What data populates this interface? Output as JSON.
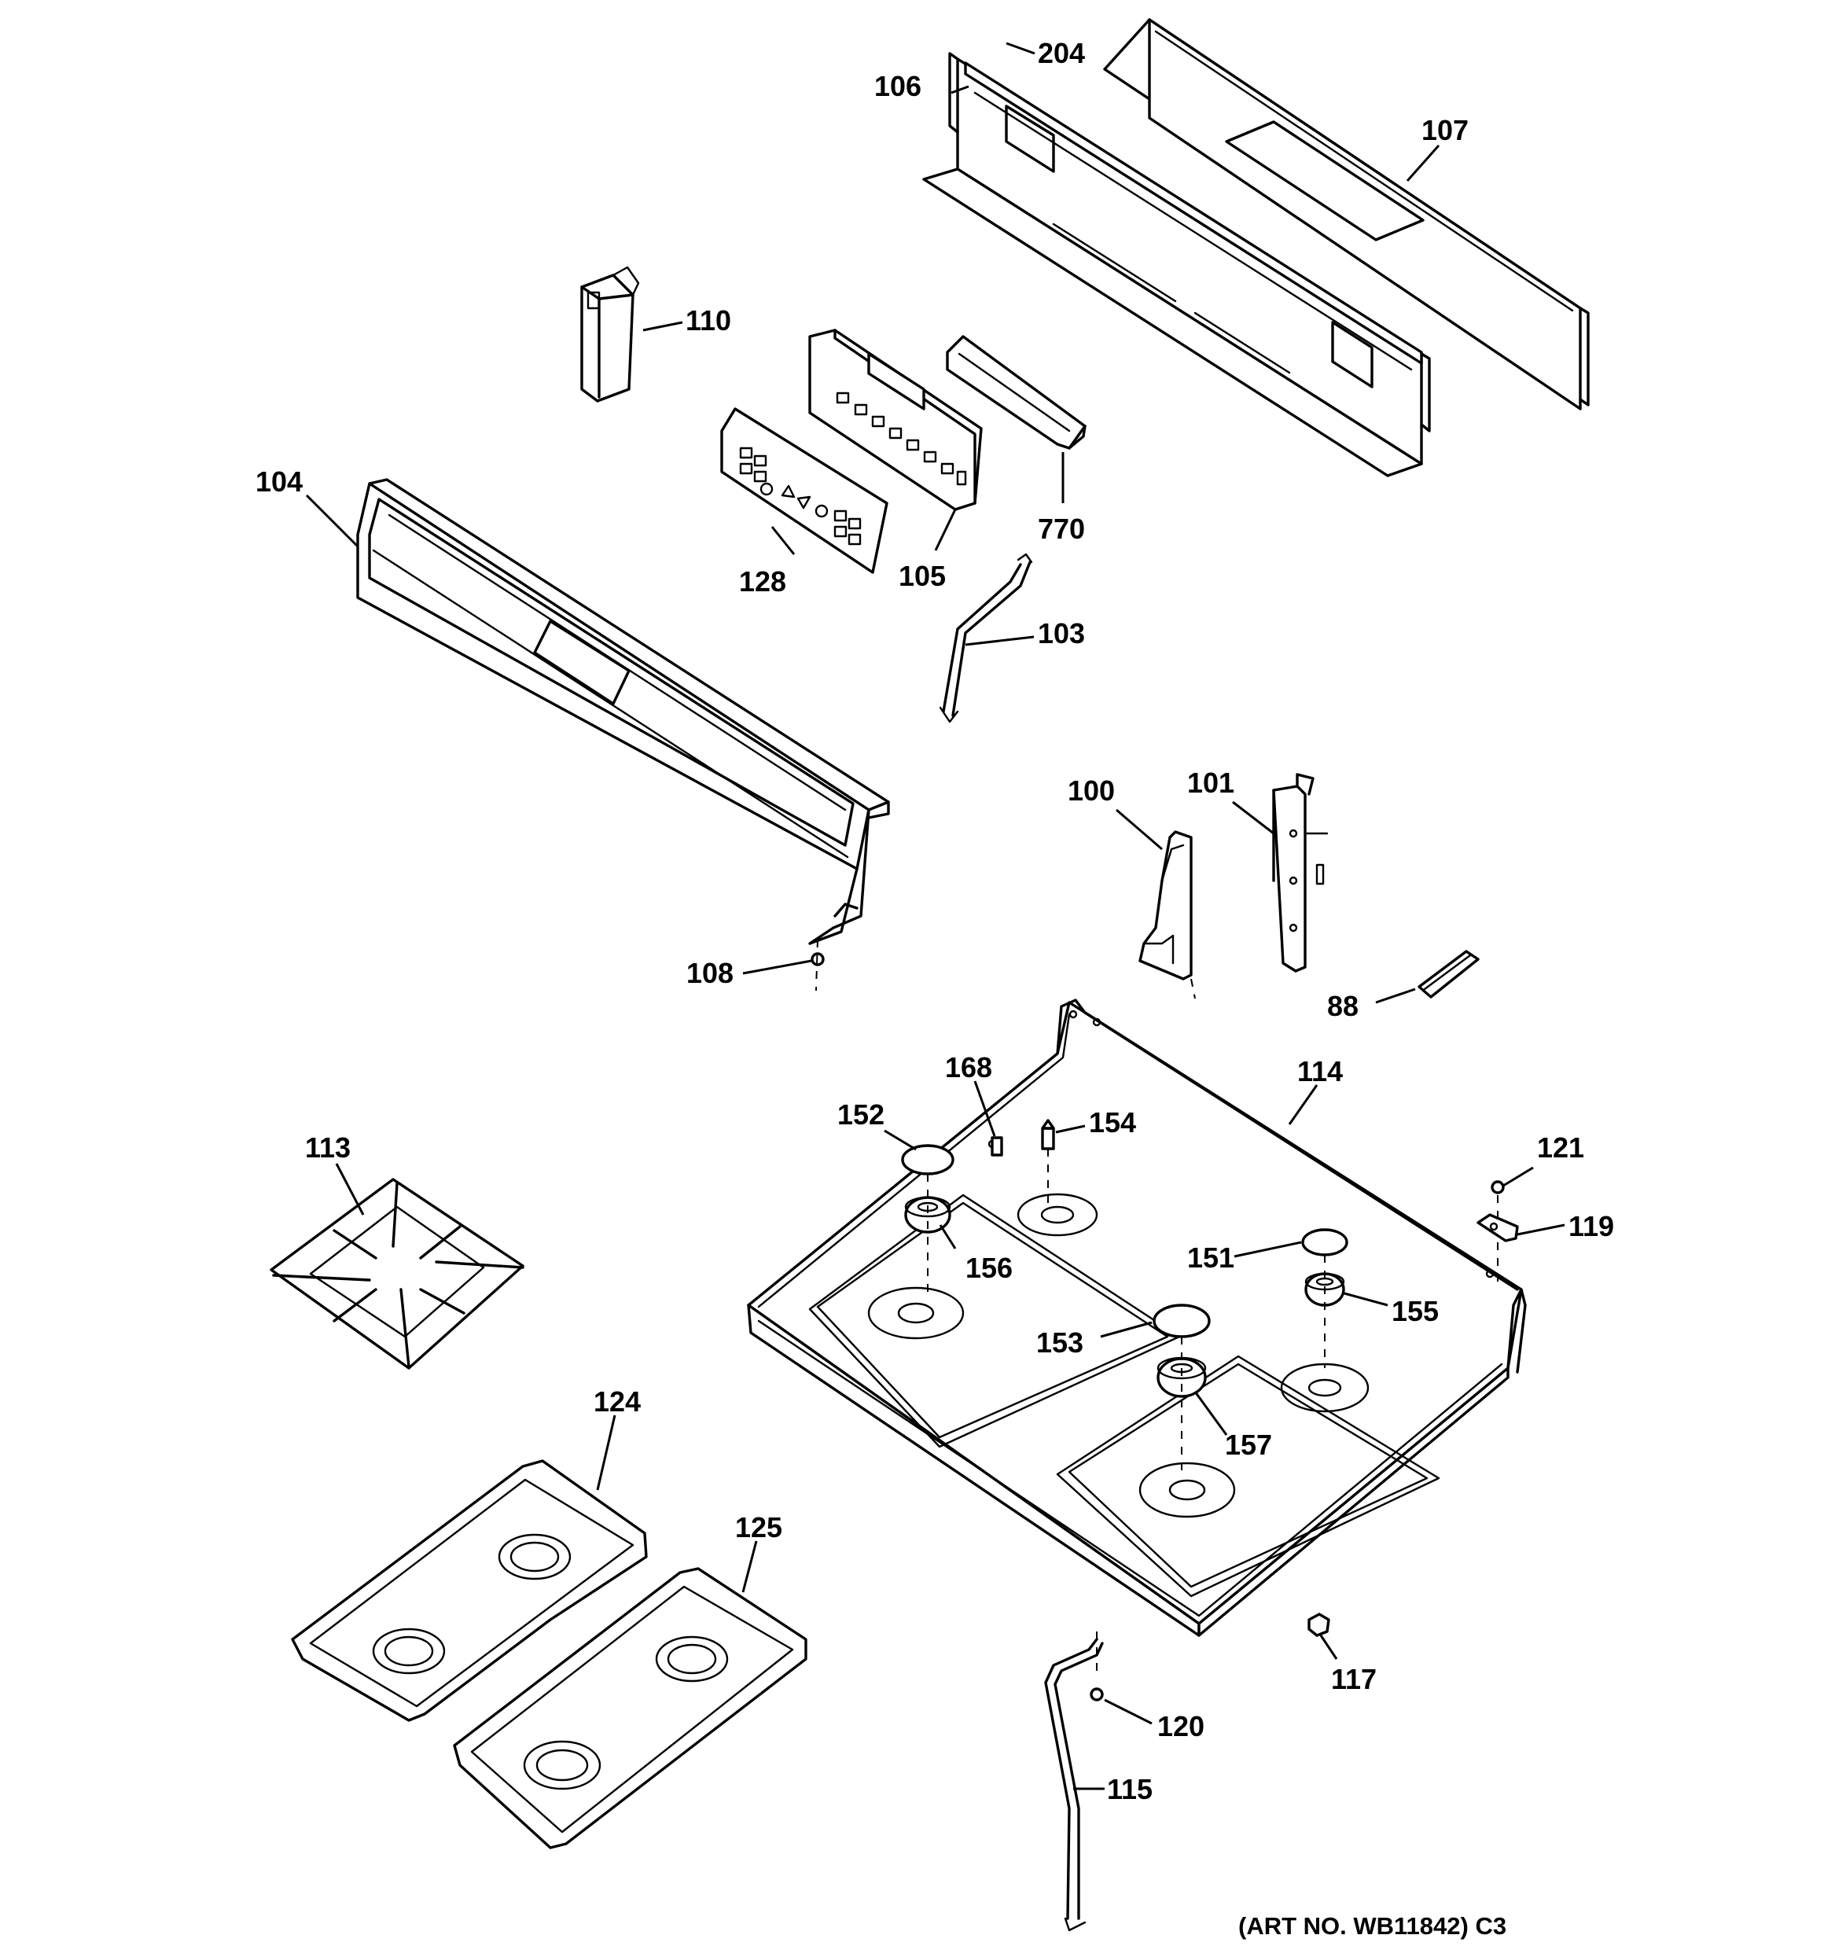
{
  "parts": [
    {
      "id": "p204",
      "label": "204"
    },
    {
      "id": "p106",
      "label": "106"
    },
    {
      "id": "p107",
      "label": "107"
    },
    {
      "id": "p110",
      "label": "110"
    },
    {
      "id": "p104",
      "label": "104"
    },
    {
      "id": "p128",
      "label": "128"
    },
    {
      "id": "p105",
      "label": "105"
    },
    {
      "id": "p770",
      "label": "770"
    },
    {
      "id": "p103",
      "label": "103"
    },
    {
      "id": "p100",
      "label": "100"
    },
    {
      "id": "p101",
      "label": "101"
    },
    {
      "id": "p108",
      "label": "108"
    },
    {
      "id": "p88",
      "label": "88"
    },
    {
      "id": "p168",
      "label": "168"
    },
    {
      "id": "p114",
      "label": "114"
    },
    {
      "id": "p152",
      "label": "152"
    },
    {
      "id": "p154",
      "label": "154"
    },
    {
      "id": "p113",
      "label": "113"
    },
    {
      "id": "p121",
      "label": "121"
    },
    {
      "id": "p119",
      "label": "119"
    },
    {
      "id": "p156",
      "label": "156"
    },
    {
      "id": "p151",
      "label": "151"
    },
    {
      "id": "p155",
      "label": "155"
    },
    {
      "id": "p153",
      "label": "153"
    },
    {
      "id": "p157",
      "label": "157"
    },
    {
      "id": "p124",
      "label": "124"
    },
    {
      "id": "p125",
      "label": "125"
    },
    {
      "id": "p117",
      "label": "117"
    },
    {
      "id": "p120",
      "label": "120"
    },
    {
      "id": "p115",
      "label": "115"
    }
  ],
  "art_number": "(ART NO. WB11842) C3"
}
